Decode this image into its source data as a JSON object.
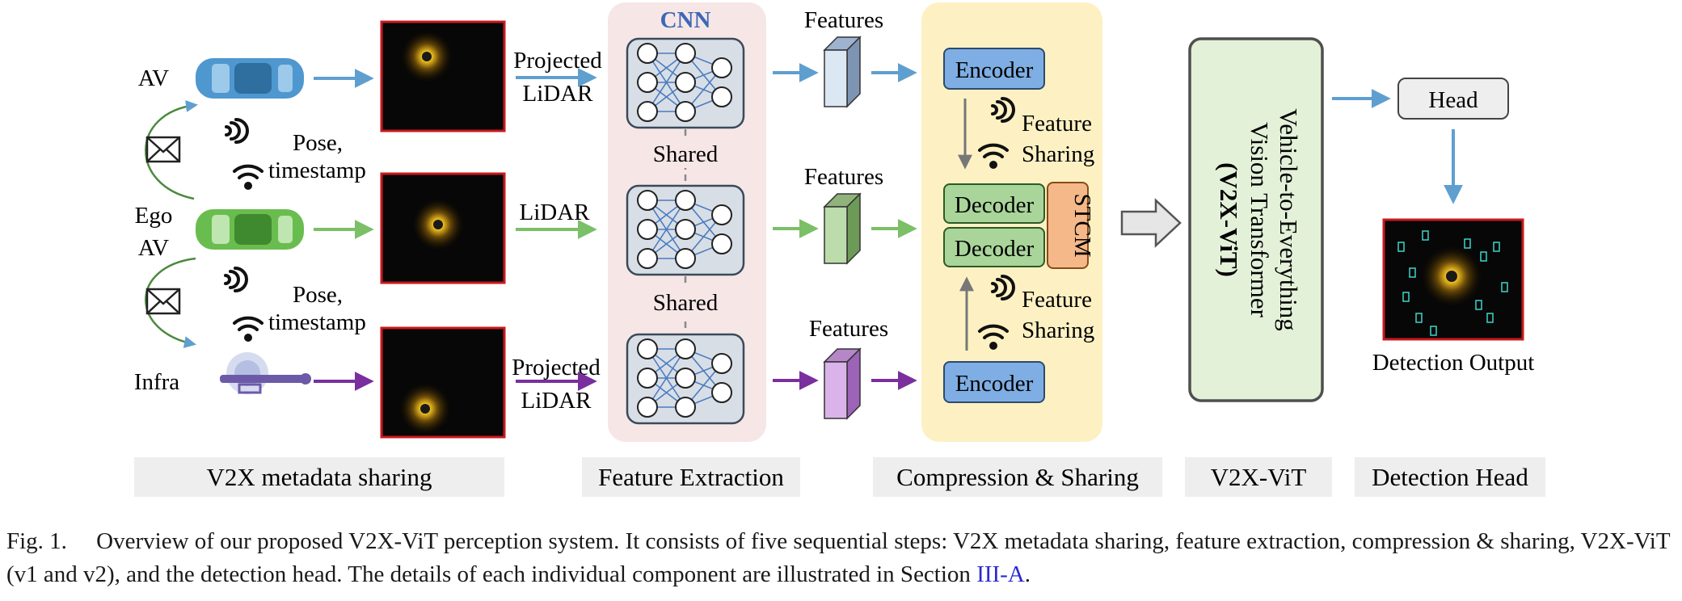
{
  "colors": {
    "blue": "#5f9fd0",
    "green": "#7bbf67",
    "purple": "#7a2f9e",
    "red_border": "#c8191e",
    "cnn_bg": "#f7e6e6",
    "compress_bg": "#fdf1c3",
    "encoder_fill": "#7eaee3",
    "decoder_fill": "#a9d59a",
    "stcm_fill": "#f4b889",
    "vit_border": "#4f4f4f",
    "vit_fill": "#e4f1d9",
    "label_bg": "#eeeeee",
    "cnn_title": "#3b68b8"
  },
  "agents": {
    "av": "AV",
    "ego_line1": "Ego",
    "ego_line2": "AV",
    "infra": "Infra"
  },
  "metadata": {
    "pose_line1": "Pose,",
    "pose_line2": "timestamp",
    "pose2_line1": "Pose,",
    "pose2_line2": "timestamp"
  },
  "inputs": {
    "top_line1": "Projected",
    "top_line2": "LiDAR",
    "mid": "LiDAR",
    "bot_line1": "Projected",
    "bot_line2": "LiDAR"
  },
  "cnn": {
    "title": "CNN",
    "shared_1": "Shared",
    "shared_2": "Shared"
  },
  "features": {
    "top": "Features",
    "mid": "Features",
    "bot": "Features"
  },
  "compression": {
    "encoder_top": "Encoder",
    "encoder_bot": "Encoder",
    "decoder_1": "Decoder",
    "decoder_2": "Decoder",
    "stcm": "STCM",
    "fs_top_line1": "Feature",
    "fs_top_line2": "Sharing",
    "fs_bot_line1": "Feature",
    "fs_bot_line2": "Sharing"
  },
  "vit": {
    "line1": "Vehicle-to-Everything",
    "line2": "Vision Transformer",
    "line3": "(V2X-ViT)"
  },
  "head": {
    "box": "Head",
    "output": "Detection Output"
  },
  "stage_labels": {
    "s1": "V2X metadata sharing",
    "s2": "Feature Extraction",
    "s3": "Compression & Sharing",
    "s4": "V2X-ViT",
    "s5": "Detection Head"
  },
  "caption": {
    "text": "Fig. 1.  Overview of our proposed V2X-ViT perception system. It consists of five sequential steps: V2X metadata sharing, feature extraction, compression & sharing, V2X-ViT (v1 and v2), and the detection head. The details of each individual component are illustrated in Section ",
    "ref": "III-A",
    "end": "."
  }
}
